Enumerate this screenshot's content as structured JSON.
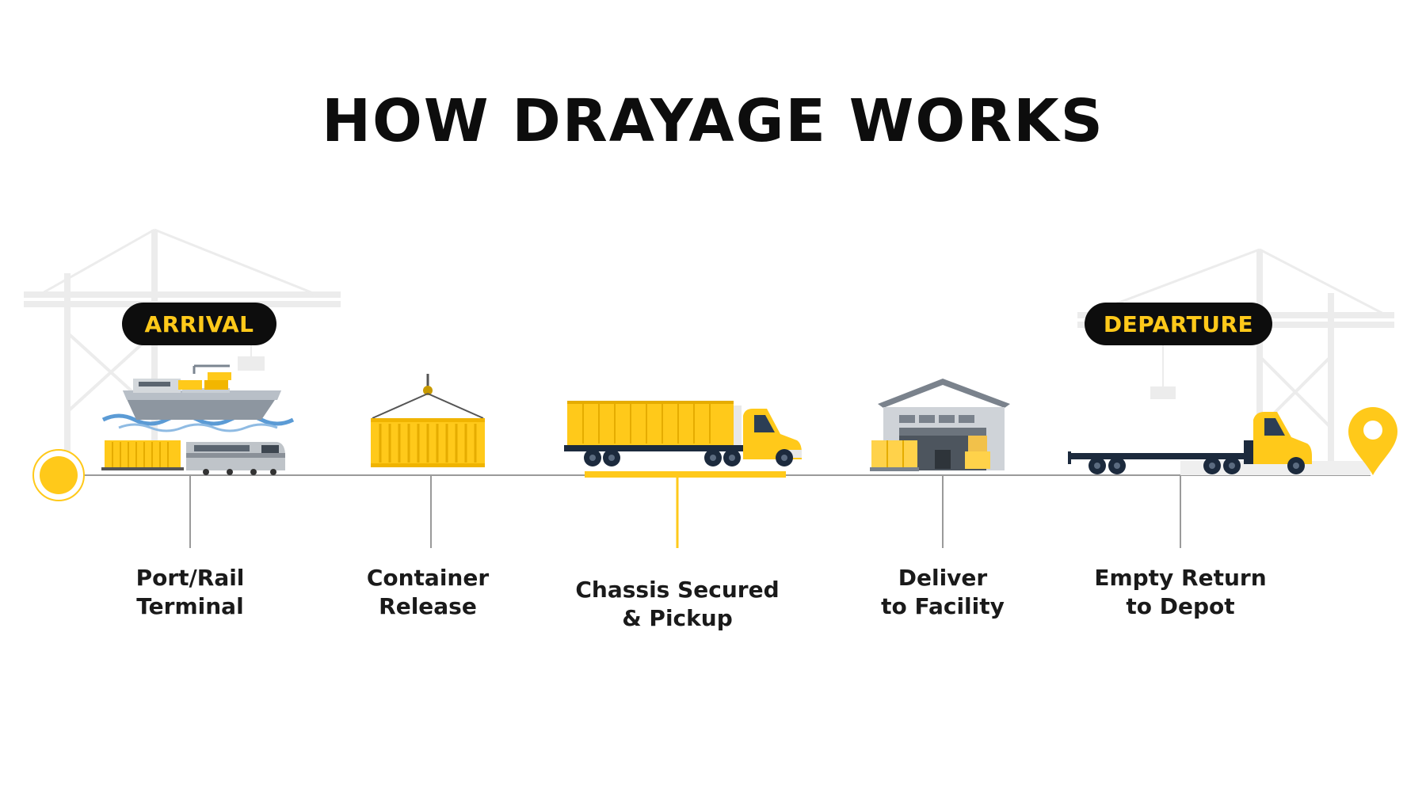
{
  "title": "HOW DRAYAGE WORKS",
  "badges": {
    "arrival": "ARRIVAL",
    "departure": "DEPARTURE"
  },
  "steps": [
    {
      "line1": "Port/Rail",
      "line2": "Terminal",
      "icon": "ship-and-train-icon"
    },
    {
      "line1": "Container",
      "line2": "Release",
      "icon": "crane-container-icon"
    },
    {
      "line1": "Chassis Secured",
      "line2": "& Pickup",
      "icon": "truck-with-container-icon",
      "highlighted": true
    },
    {
      "line1": "Deliver",
      "line2": "to Facility",
      "icon": "warehouse-icon"
    },
    {
      "line1": "Empty Return",
      "line2": "to Depot",
      "icon": "truck-empty-chassis-icon"
    }
  ],
  "colors": {
    "accent": "#ffc91a",
    "dark": "#0d0d0d",
    "timeline": "#9a9a9a",
    "crane_bg": "#ececec"
  }
}
